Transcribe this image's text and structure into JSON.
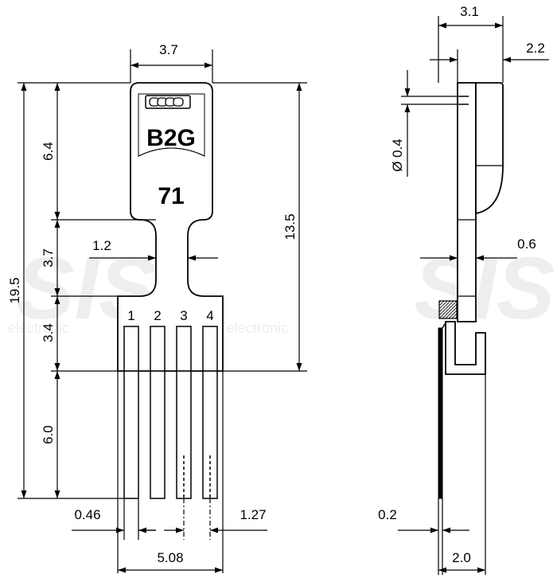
{
  "front_view": {
    "dims": {
      "width_top": "3.7",
      "height_head": "6.4",
      "height_neck": "3.7",
      "height_pins_top": "3.4",
      "height_pins": "6.0",
      "height_total": "19.5",
      "height_body": "13.5",
      "neck_width": "1.2",
      "pin_width": "0.46",
      "pin_pitch": "1.27",
      "pin_span": "5.08"
    },
    "marking_code": "B2G",
    "marking_number": "71",
    "pin_labels": [
      "1",
      "2",
      "3",
      "4"
    ]
  },
  "side_view": {
    "dims": {
      "width_total": "3.1",
      "width_lens": "2.2",
      "hole_dia": "Ø 0.4",
      "thickness": "0.6",
      "lead_thickness": "0.2",
      "lead_offset": "2.0"
    }
  },
  "watermark": {
    "logo_left": "SIS",
    "text_left": "electronic",
    "logo_right": "SIS",
    "text_right": "electronic"
  }
}
